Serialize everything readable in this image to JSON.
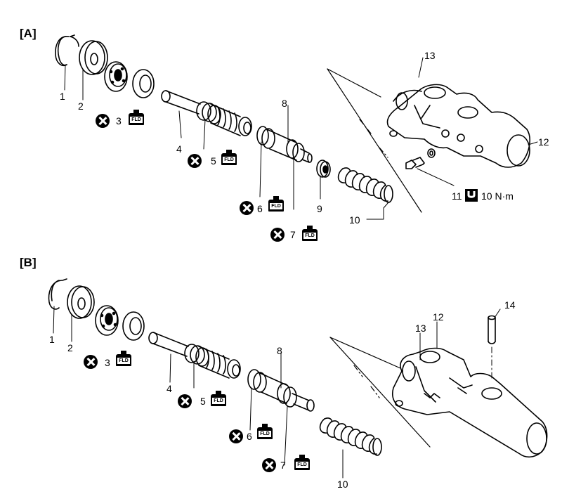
{
  "section_a": {
    "label": "[A]",
    "part_numbers": [
      "1",
      "2",
      "3",
      "4",
      "5",
      "6",
      "7",
      "8",
      "9",
      "10",
      "11",
      "12",
      "13"
    ],
    "torque": "10 N·m"
  },
  "section_b": {
    "label": "[B]",
    "part_numbers": [
      "1",
      "2",
      "3",
      "4",
      "5",
      "6",
      "7",
      "8",
      "10",
      "12",
      "13",
      "14"
    ]
  },
  "symbols": {
    "fluid_label": "FLD",
    "do_not_reuse_icon": "x-in-circle-icon",
    "brake-fluid-icon": "fluid-can-icon",
    "torque_icon": "wrench-icon"
  }
}
